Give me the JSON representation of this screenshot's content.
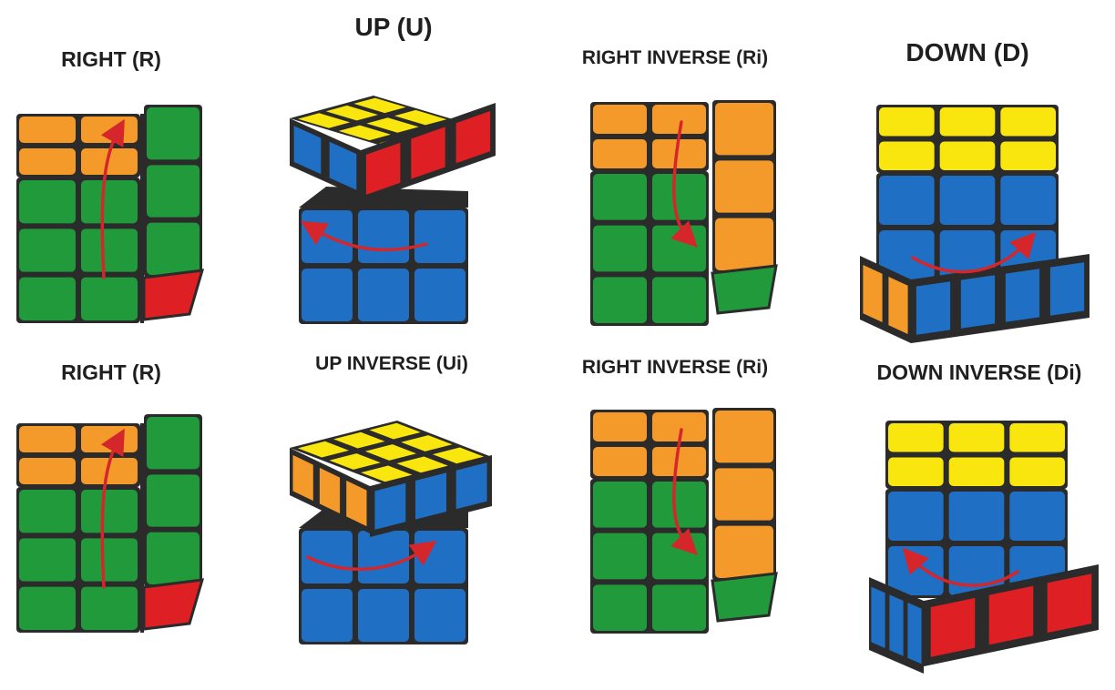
{
  "figure": {
    "moves": [
      {
        "label": "RIGHT (R)",
        "rotation": "right column turns up",
        "arrow": "up"
      },
      {
        "label": "UP (U)",
        "rotation": "top layer turns left",
        "arrow": "left"
      },
      {
        "label": "RIGHT INVERSE (Ri)",
        "rotation": "right column turns down",
        "arrow": "down"
      },
      {
        "label": "DOWN (D)",
        "rotation": "bottom layer turns right",
        "arrow": "right"
      },
      {
        "label": "RIGHT (R)",
        "rotation": "right column turns up",
        "arrow": "up"
      },
      {
        "label": "UP INVERSE (Ui)",
        "rotation": "top layer turns right",
        "arrow": "right"
      },
      {
        "label": "RIGHT INVERSE (Ri)",
        "rotation": "right column turns down",
        "arrow": "down"
      },
      {
        "label": "DOWN INVERSE (Di)",
        "rotation": "bottom layer turns left",
        "arrow": "left"
      }
    ],
    "colors": {
      "green": "#219a3b",
      "orange": "#f39a2a",
      "yellow": "#f9e60f",
      "blue": "#1f6fc4",
      "red": "#de1f23",
      "outline": "#2b2b2b",
      "arrow": "#d4262b"
    }
  }
}
